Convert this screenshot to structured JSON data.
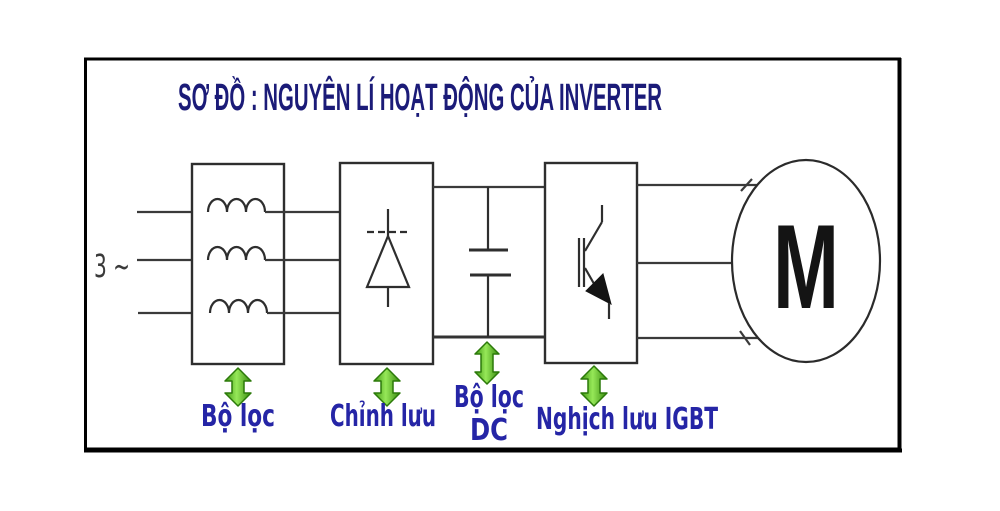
{
  "title": "SƠ ĐỒ : NGUYÊN LÍ HOẠT ĐỘNG CỦA INVERTER",
  "input": {
    "label": "3 ~"
  },
  "blocks": {
    "filter": {
      "label": "Bộ lọc"
    },
    "rectifier": {
      "label": "Chỉnh lưu"
    },
    "dc_filter": {
      "label_line1": "Bộ lọc",
      "label_line2": "DC"
    },
    "inverter": {
      "label": "Nghịch lưu IGBT"
    },
    "motor": {
      "label": "M"
    }
  },
  "icons": {
    "pointer_arrows": "double-headed-vertical-arrow",
    "filter_symbol": "three-inductor-coils",
    "rectifier_symbol": "diode",
    "dc_filter_symbol": "capacitor",
    "inverter_symbol": "igbt-transistor",
    "motor_symbol": "motor-circle-M"
  },
  "colors": {
    "title_text": "#1b1b78",
    "label_text": "#2525a6",
    "arrow_green": "#55c41d",
    "diagram_line": "#3a3a3a",
    "frame_border": "#000000",
    "background": "#ffffff"
  }
}
